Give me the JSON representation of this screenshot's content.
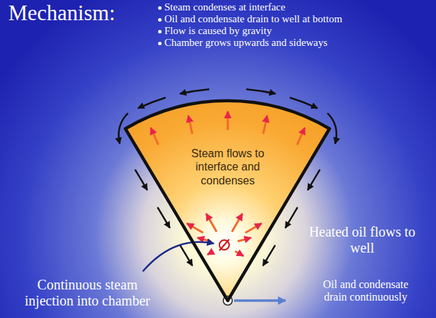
{
  "diagram": {
    "title": "Mechanism:",
    "nodes": [
      {
        "text": [
          "Steam flows to interface and condenses"
        ]
      }
    ],
    "labels": [
      "Steam condenses at interface",
      "Oil and condensate drain to well at bottom",
      "Flow is caused by gravity",
      "Chamber grows upwards and sideways",
      "Heated oil flows to well",
      "Continuous steam injection into chamber",
      "Oil and condensate drain continuously"
    ]
  }
}
